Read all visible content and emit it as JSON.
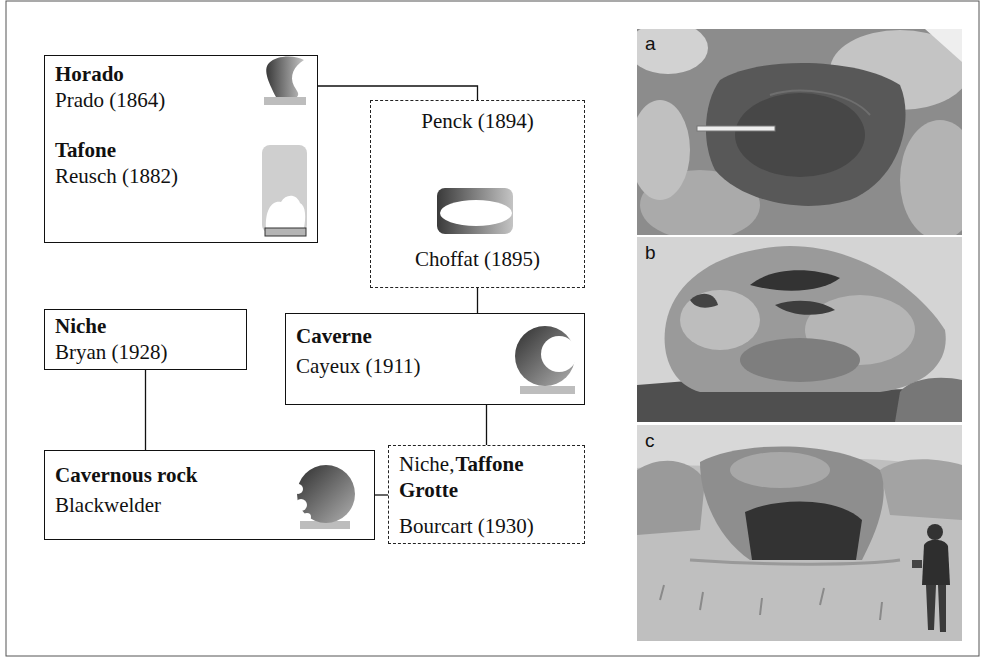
{
  "diagram": {
    "nodes": [
      {
        "text": [
          "Horado",
          "Prado (1864)",
          "Tafone",
          "Reusch (1882)"
        ]
      },
      {
        "text": [
          "Penck (1894)",
          "Choffat (1895)"
        ]
      },
      {
        "text": [
          "Niche",
          "Bryan (1928)"
        ]
      },
      {
        "text": [
          "Caverne",
          "Cayeux (1911)"
        ]
      },
      {
        "text": [
          "Cavernous rock",
          "Blackwelder"
        ]
      },
      {
        "text": [
          "Niche,",
          "Taffone",
          "Grotte",
          "Bourcart (1930)"
        ]
      }
    ],
    "edges": [
      {
        "from": 0,
        "to": 1,
        "arrow": "none"
      },
      {
        "from": 1,
        "to": 3,
        "arrow": "none"
      },
      {
        "from": 2,
        "to": 4,
        "arrow": "none"
      },
      {
        "from": 3,
        "to": 5,
        "arrow": "none"
      },
      {
        "from": 4,
        "to": 5,
        "arrow": "none"
      }
    ],
    "labels": [
      "a",
      "b",
      "c"
    ]
  }
}
